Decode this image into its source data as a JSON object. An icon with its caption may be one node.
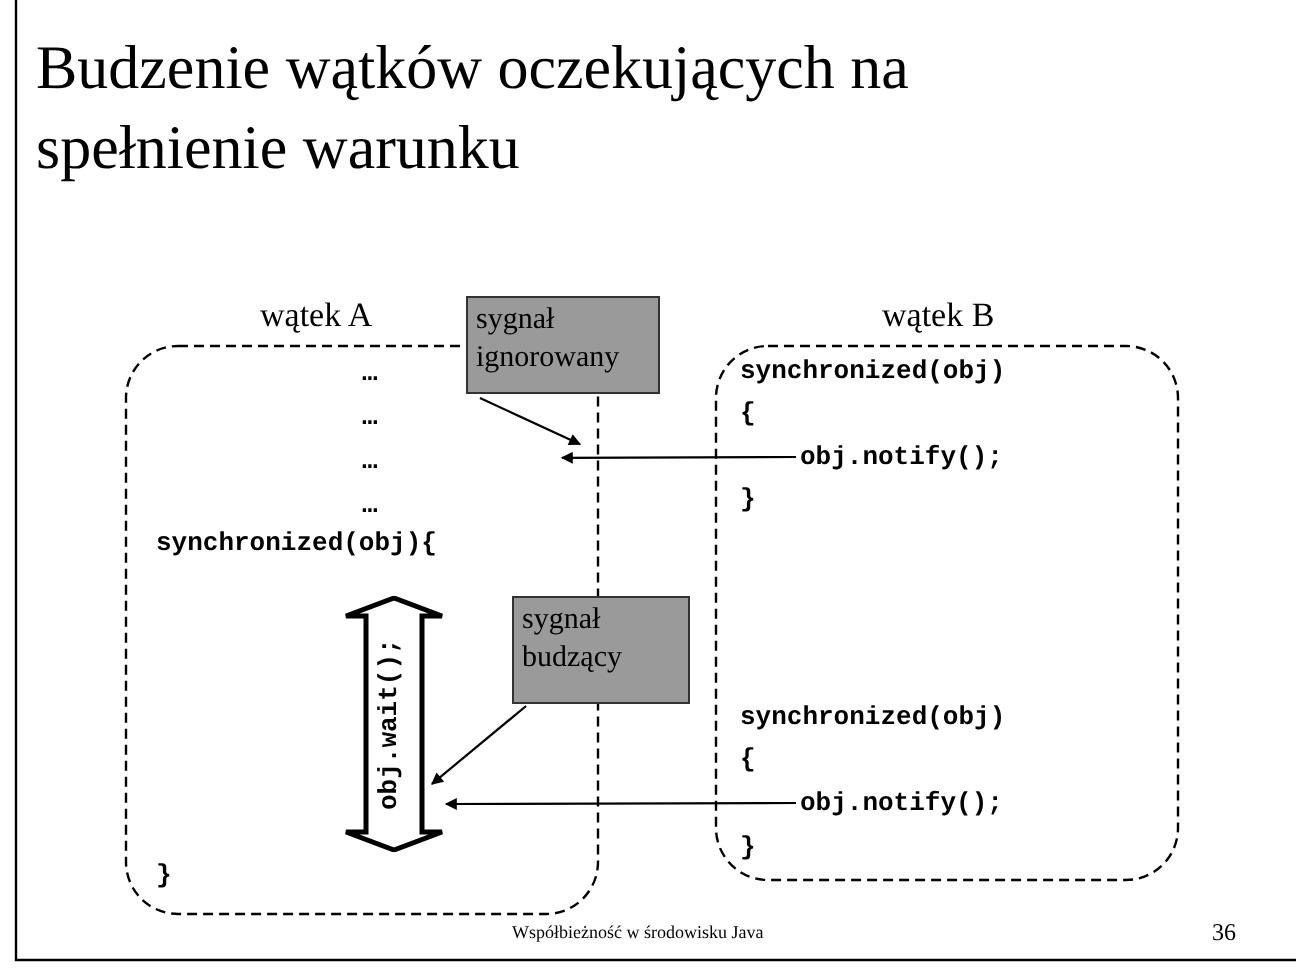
{
  "diagram": {
    "title": "Budzenie wątków oczekujących na spełnienie warunku",
    "nodes": [
      {
        "text": [
          "wątek A"
        ]
      },
      {
        "text": [
          "obj.wait();"
        ],
        "in": 0
      },
      {
        "text": [
          "wątek B"
        ]
      },
      {
        "text": [
          "obj.notify();"
        ],
        "in": 2
      },
      {
        "text": [
          "obj.notify();"
        ],
        "in": 2
      },
      {
        "text": [
          "sygnał ignorowany"
        ]
      },
      {
        "text": [
          "sygnał budzący"
        ]
      }
    ],
    "edges": [
      {
        "from": 3,
        "to": 0,
        "arrow": "to"
      },
      {
        "from": 4,
        "to": 1,
        "arrow": "to"
      },
      {
        "from": 5,
        "to": 0,
        "arrow": "to"
      },
      {
        "from": 6,
        "to": 1,
        "arrow": "to"
      }
    ],
    "labels": [
      "…",
      "…",
      "…",
      "…",
      "synchronized(obj){",
      "}",
      "synchronized(obj)",
      "{",
      "}",
      "synchronized(obj)",
      "{",
      "}",
      "Współbieżność w środowisku Java",
      "36"
    ]
  }
}
